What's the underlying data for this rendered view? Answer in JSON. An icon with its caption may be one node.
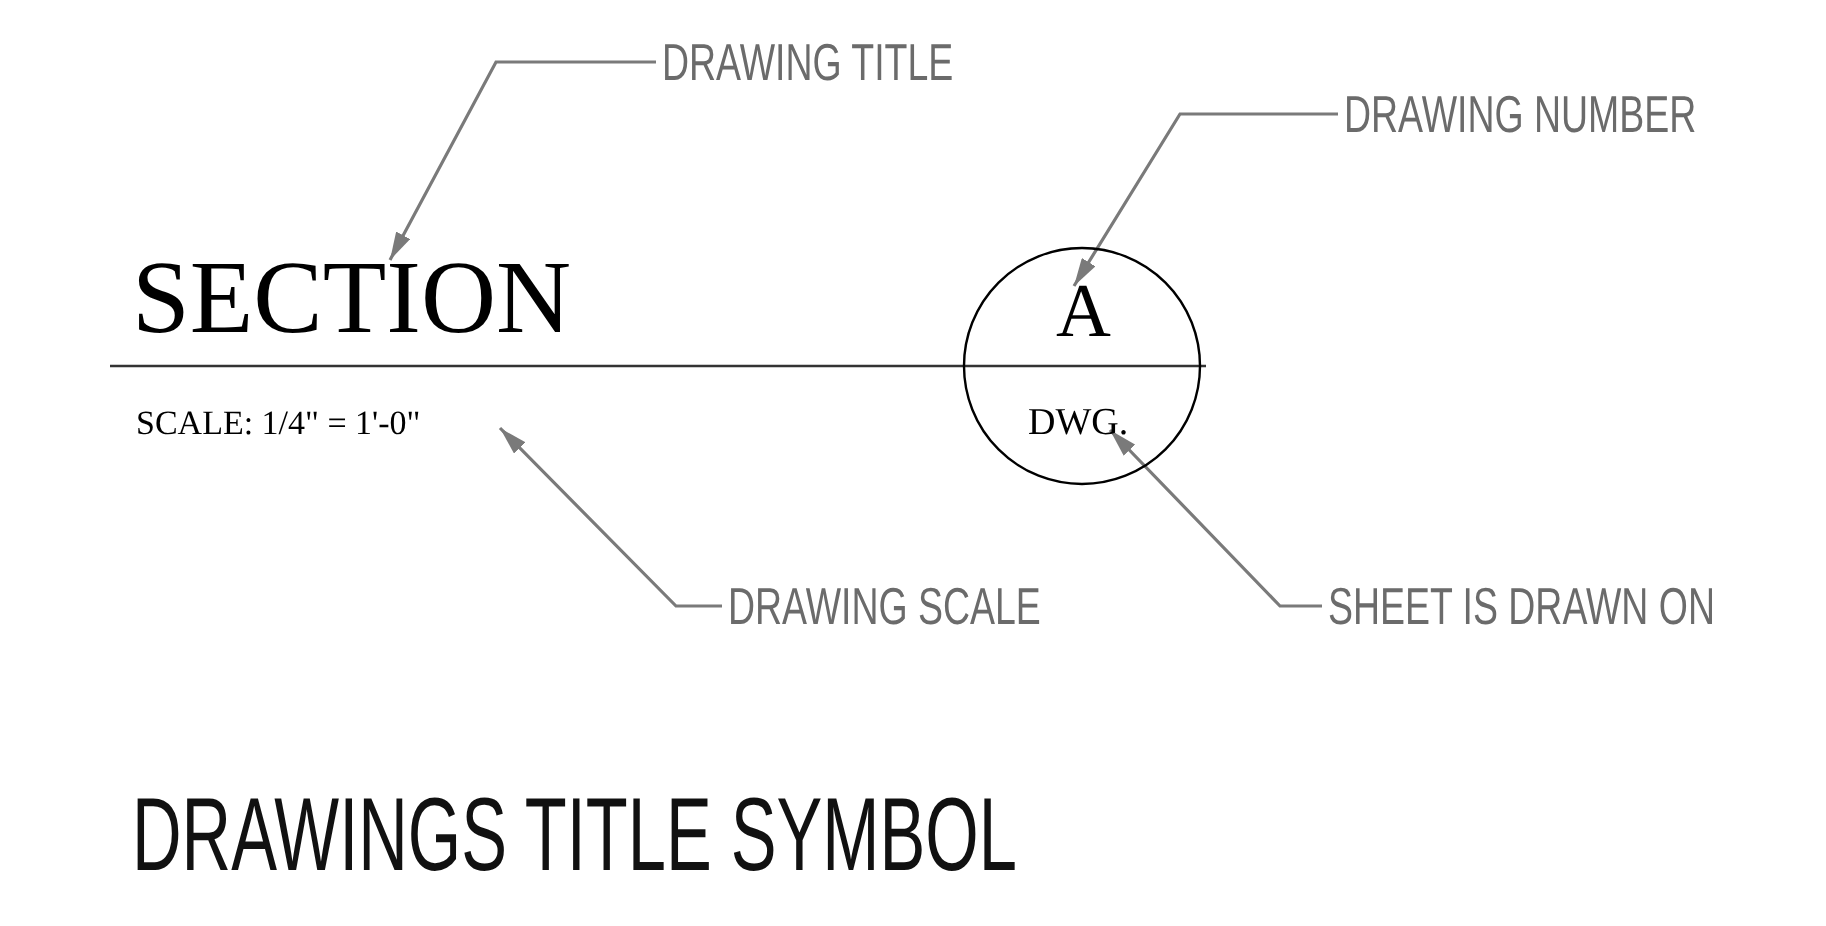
{
  "diagram": {
    "title": "DRAWINGS TITLE SYMBOL",
    "nodes": [
      {
        "text": [
          "DRAWING TITLE"
        ]
      },
      {
        "text": [
          "SECTION"
        ]
      },
      {
        "text": [
          "DRAWING NUMBER"
        ]
      },
      {
        "text": [],
        "shape": "circle"
      },
      {
        "text": [
          "A"
        ],
        "in": 3
      },
      {
        "text": [
          "DWG."
        ],
        "in": 3
      },
      {
        "text": [
          "SCALE: 1/4\" = 1'-0\""
        ]
      },
      {
        "text": [
          "DRAWING SCALE"
        ]
      },
      {
        "text": [
          "SHEET IS DRAWN ON"
        ]
      }
    ],
    "edges": [
      {
        "from": 0,
        "to": 1,
        "arrow": "to"
      },
      {
        "from": 2,
        "to": 4,
        "arrow": "to"
      },
      {
        "from": 7,
        "to": 6,
        "arrow": "to"
      },
      {
        "from": 8,
        "to": 5,
        "arrow": "to"
      }
    ]
  }
}
